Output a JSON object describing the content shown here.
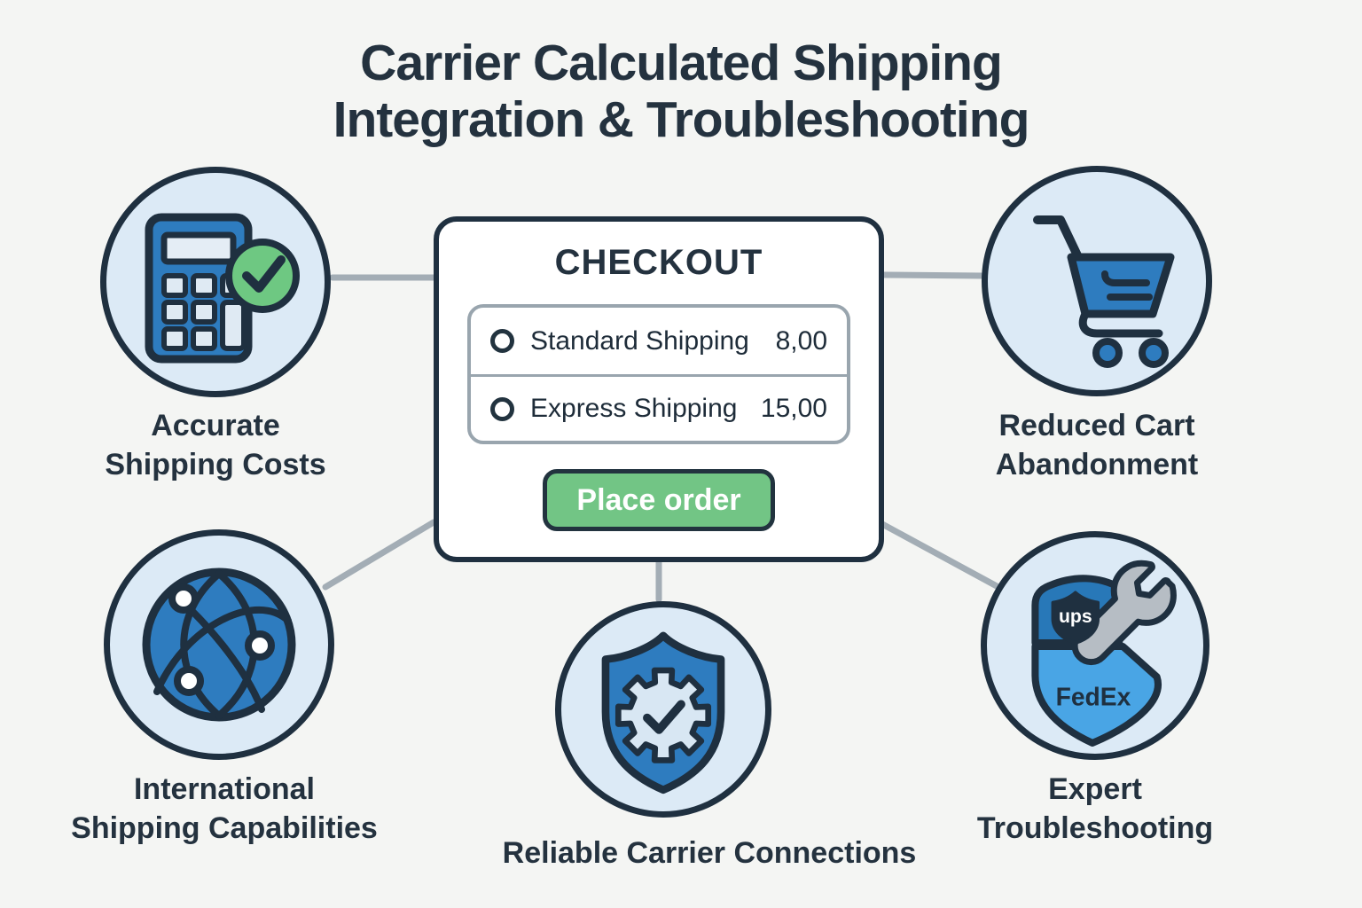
{
  "title": {
    "line1": "Carrier Calculated Shipping",
    "line2": "Integration & Troubleshooting"
  },
  "checkout": {
    "heading": "CHECKOUT",
    "options": [
      {
        "label": "Standard Shipping",
        "price": "8,00",
        "selected": false
      },
      {
        "label": "Express Shipping",
        "price": "15,00",
        "selected": false
      }
    ],
    "place_order_label": "Place order"
  },
  "features": [
    {
      "id": "accurate-shipping-costs",
      "icon": "calculator-check-icon",
      "label": [
        "Accurate",
        "Shipping Costs"
      ]
    },
    {
      "id": "reduced-cart-abandonment",
      "icon": "shopping-cart-icon",
      "label": [
        "Reduced Cart",
        "Abandonment"
      ]
    },
    {
      "id": "international-shipping",
      "icon": "globe-network-icon",
      "label": [
        "International",
        "Shipping Capabilities"
      ]
    },
    {
      "id": "reliable-carrier-connections",
      "icon": "shield-gear-icon",
      "label": [
        "Reliable Carrier Connections"
      ]
    },
    {
      "id": "expert-troubleshooting",
      "icon": "carrier-logos-wrench-icon",
      "label": [
        "Expert",
        "Troubleshooting"
      ]
    }
  ],
  "carrier_badges": {
    "ups": "ups",
    "fedex": "FedEx"
  },
  "colors": {
    "background": "#f4f5f3",
    "outline_dark": "#1f3040",
    "text_dark": "#24323f",
    "circle_fill": "#dceaf6",
    "primary_blue": "#2e7cbf",
    "light_blue": "#49a5e5",
    "green": "#72c585",
    "connector_gray": "#a3adb5",
    "panel_border_gray": "#99a5ae",
    "wrench_gray": "#b6bdc4"
  }
}
